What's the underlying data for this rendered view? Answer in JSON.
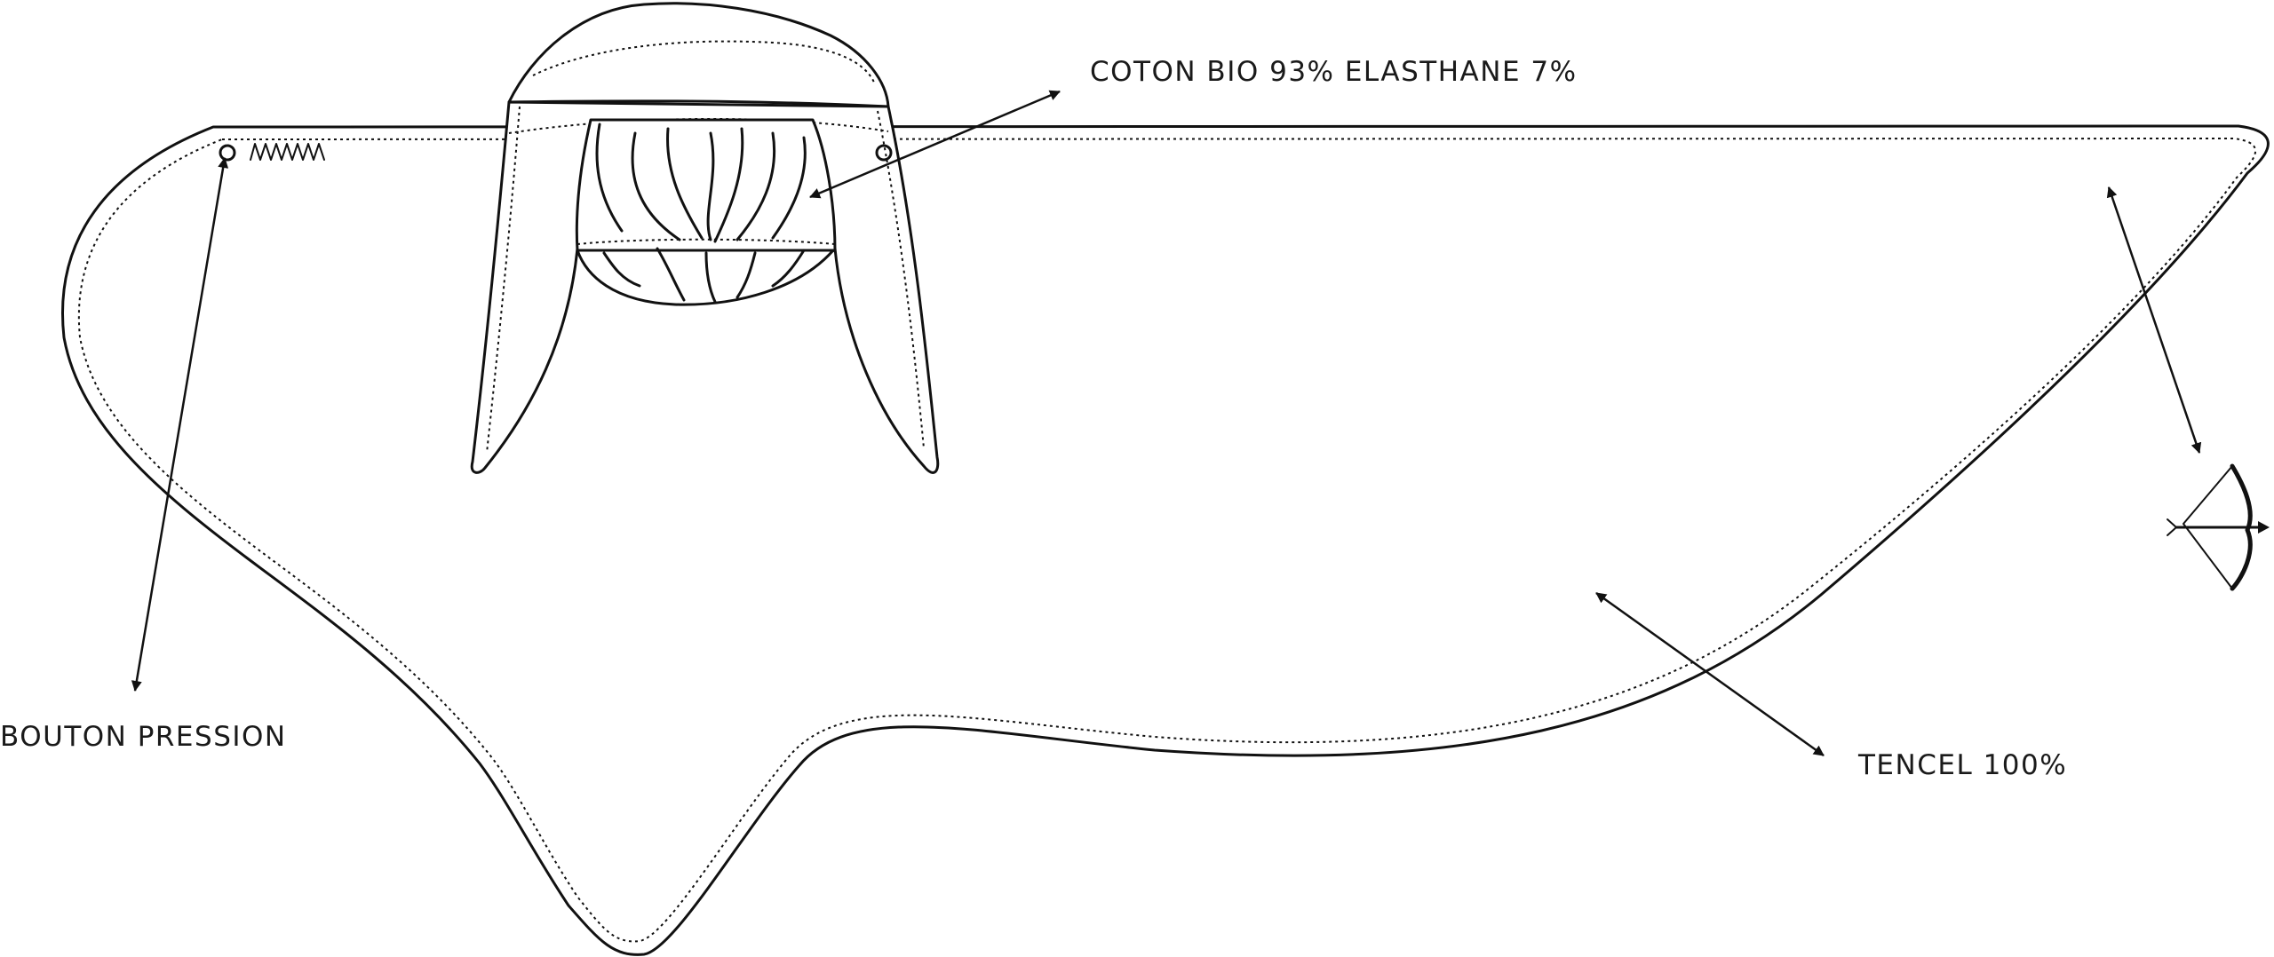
{
  "labels": {
    "fabric_hood": "COTON BIO 93% ELASTHANE 7%",
    "snap_button": "BOUTON PRESSION",
    "fabric_body": "TENCEL 100%"
  }
}
